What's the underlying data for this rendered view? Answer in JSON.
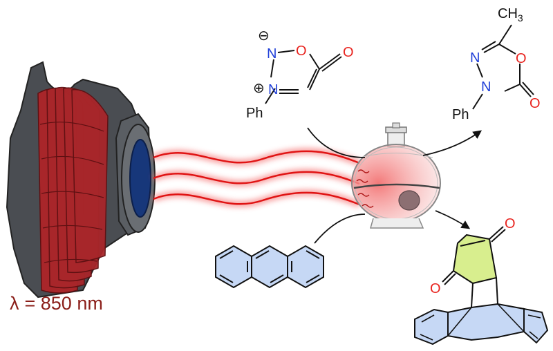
{
  "caption": {
    "symbol": "λ",
    "text": "= 850 nm",
    "color": "#8b1f1a"
  },
  "colors": {
    "oxygen": "#e8231e",
    "nitrogen": "#1f3fd8",
    "bond": "#111111",
    "device_body": "#4a4d52",
    "coil": "#a8262a",
    "lens": "#17377a",
    "beam": "#e01414",
    "anthracene_fill": "#c6d8f5",
    "quinone_fill": "#d8ee8e",
    "flask_glow": "#f4a6a6"
  },
  "icons": {
    "light_source": "laser-diode-icon",
    "reactor": "round-bottom-flask-icon"
  },
  "reactant_sydnone": {
    "charge_minus": "⊖",
    "charge_plus": "⊕",
    "atoms": {
      "n_top": "N",
      "o_ring": "O",
      "o_carbonyl": "O",
      "n_bottom": "N",
      "ph": "Ph"
    }
  },
  "product_oxadiazolone": {
    "atoms": {
      "methyl": "CH",
      "methyl_sub": "3",
      "n_top": "N",
      "o_ring": "O",
      "n_bottom": "N",
      "o_carbonyl": "O",
      "ph": "Ph"
    }
  },
  "product_adduct": {
    "atoms": {
      "o_top": "O",
      "o_left": "O"
    }
  }
}
